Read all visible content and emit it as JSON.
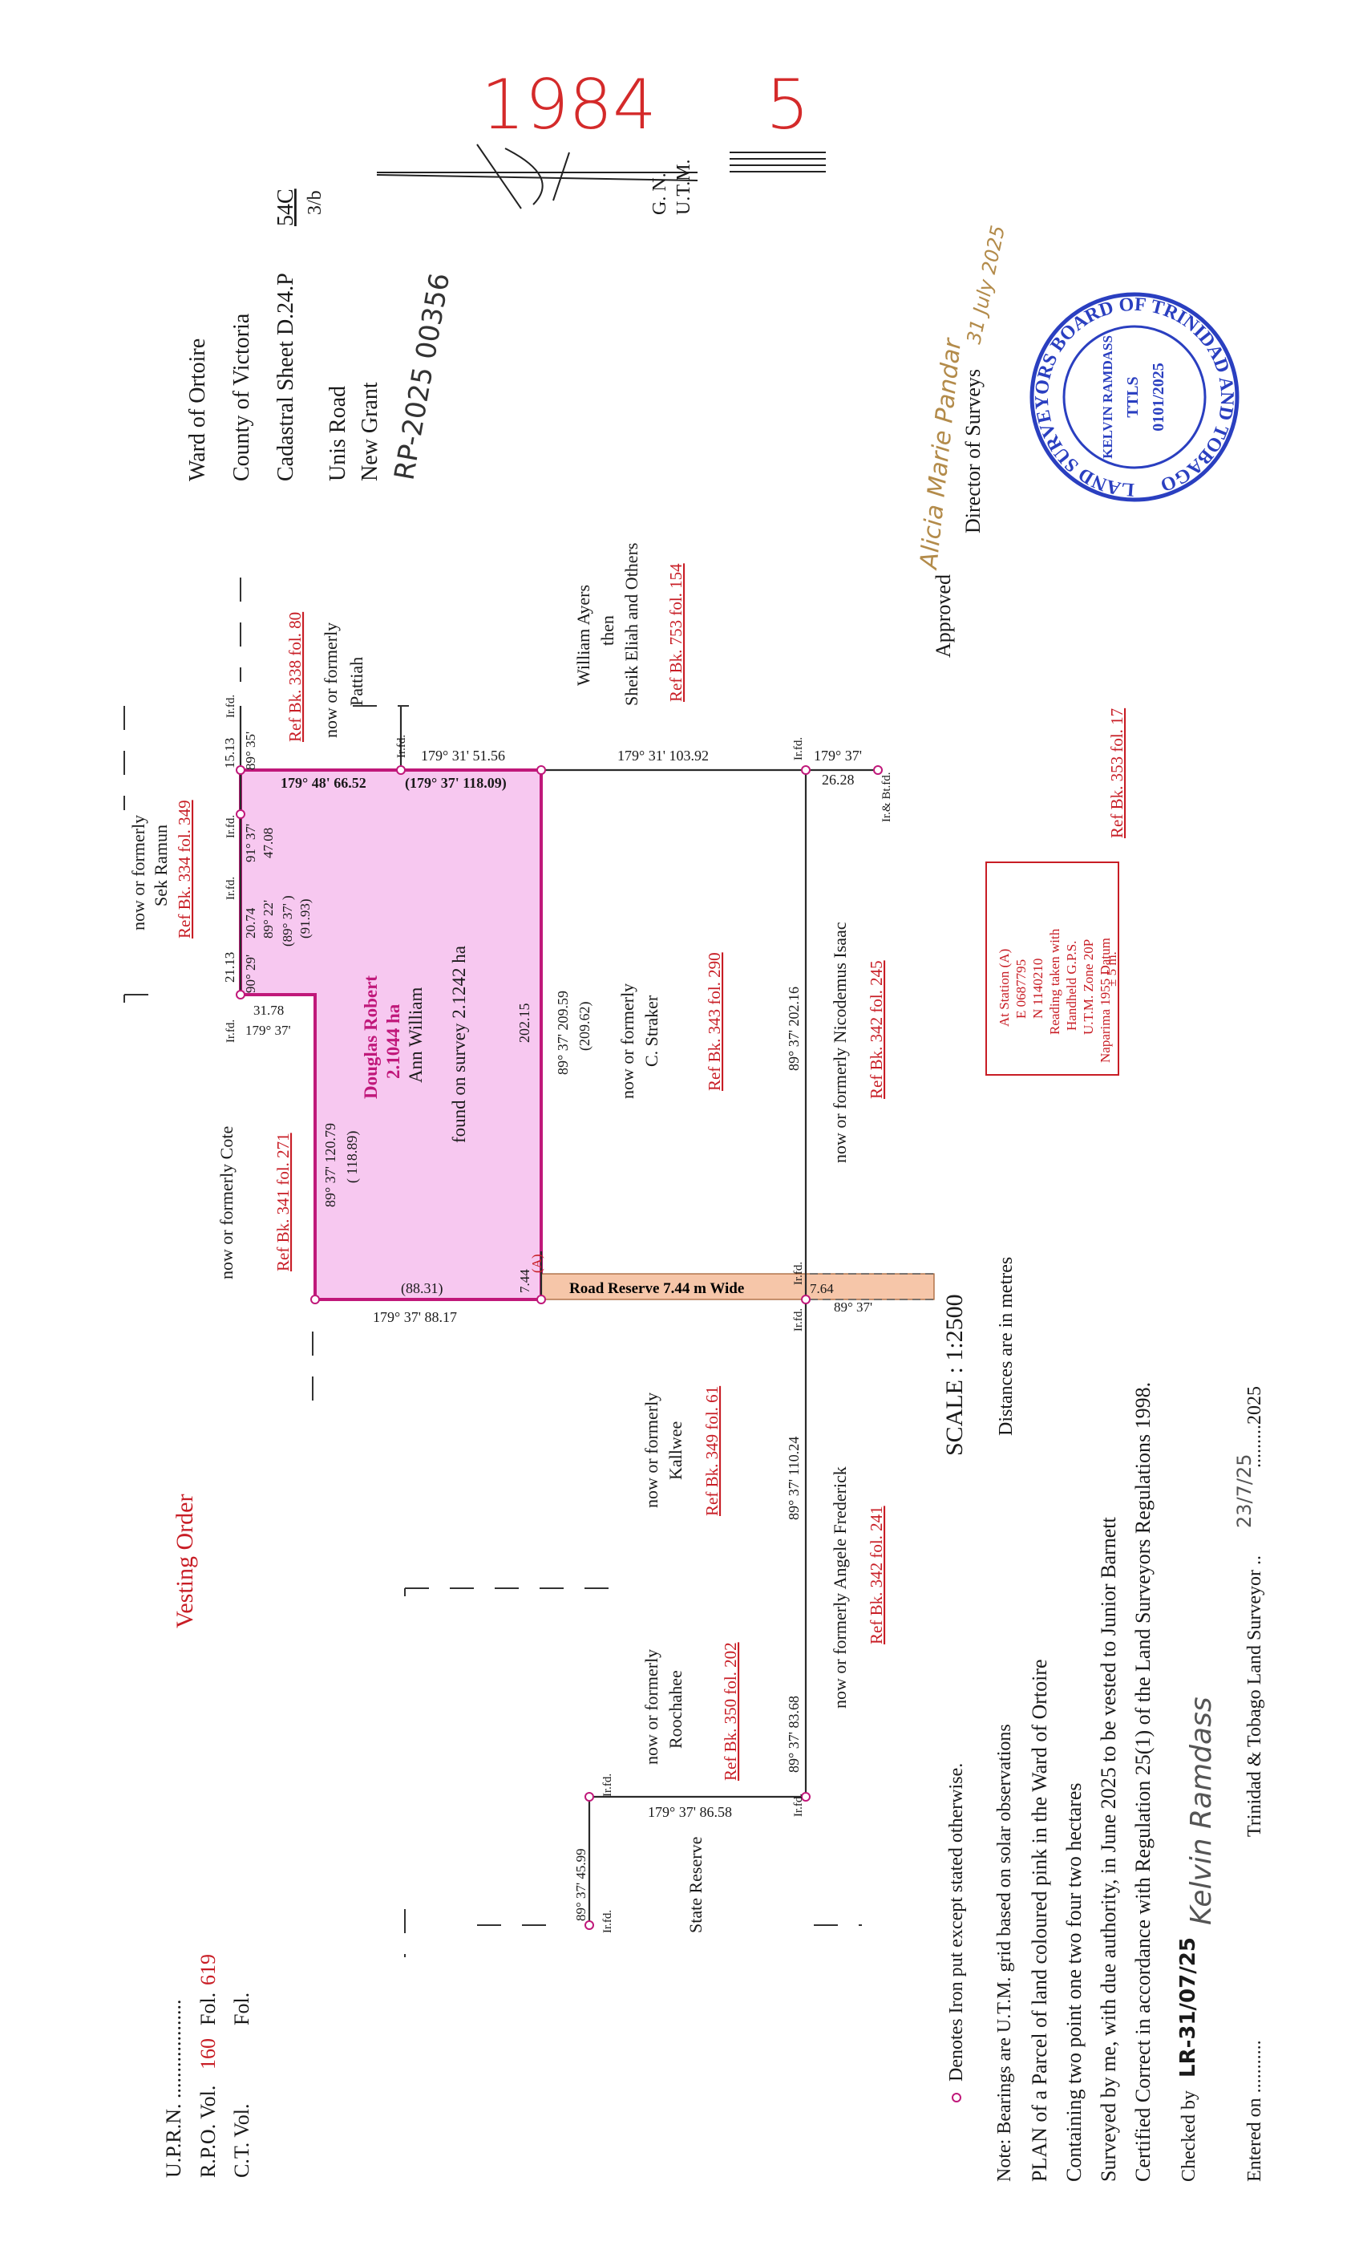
{
  "header": {
    "plan_no": "1984",
    "plan_suffix": "5",
    "north_gn": "G. N.",
    "north_utm": "U.T.M.",
    "ward": "Ward of Ortoire",
    "county": "County of Victoria",
    "cadastral": "Cadastral Sheet D.24.P",
    "cadastral_num": "54C",
    "cadastral_den": "3/b",
    "road": "Unis Road",
    "grant": "New Grant",
    "rp_number": "RP-2025 00356"
  },
  "approval": {
    "label": "Approved",
    "signature": "Alicia Marie Pandar",
    "date_hand": "31 July 2025",
    "title": "Director of Surveys"
  },
  "stamp": {
    "ring": "LAND SURVEYORS BOARD OF TRINIDAD AND TOBAGO",
    "name": "KELVIN RAMDASS",
    "ttls": "TTLS",
    "number": "0101/2025"
  },
  "station_box": {
    "lines": [
      "At Station (A)",
      "E 0687795",
      "N 1140210",
      "Reading taken with",
      "Handheld G.P.S.",
      "U.T.M. Zone 20P",
      "Naparima 1955 Datum",
      "± 5 m."
    ]
  },
  "parcel": {
    "owner": "Douglas Robert",
    "area": "2.1044 ha",
    "prior_owner": "Ann William",
    "found_area": "found on survey 2.1242 ha",
    "fill_color": "#f7c8f0",
    "edge_color": "#c0187a"
  },
  "title_block": {
    "vesting": "Vesting Order",
    "uprn": "U.P.R.N. ...................",
    "rpo_prefix": "R.P.O. Vol.",
    "rpo_vol": "160",
    "rpo_fol_label": "Fol.",
    "rpo_fol": "619",
    "ct_vol": "C.T. Vol.",
    "ct_fol": "Fol.",
    "scale": "SCALE : 1:2500",
    "distances": "Distances are in metres",
    "legend": "Denotes Iron put except stated otherwise.",
    "note": "Note: Bearings are U.T.M. grid based on solar observations",
    "plan_text": "PLAN of a Parcel of land coloured pink in the Ward of Ortoire",
    "containing": "Containing two point one two four two hectares",
    "surveyed": "Surveyed by me, with due authority, in June 2025 to be vested to Junior Barnett",
    "certified": "Certified Correct in accordance with Regulation 25(1) of the Land Surveyors Regulations 1998.",
    "checked": "Checked by",
    "checked_date": "LR-31/07/25",
    "surveyor_sig": "Kelvin Ramdass",
    "surveyor": "Trinidad & Tobago  Land Surveyor ..",
    "surveyor_date": "23/7/25",
    "surveyor_year": ".........2025",
    "entered": "Entered on ..........."
  },
  "neighbours": {
    "sek_ramun": [
      "now or formerly",
      "Sek Ramun"
    ],
    "sek_ramun_ref": "Ref Bk. 334 fol. 349",
    "pattiah": [
      "now or formerly",
      "Pattiah"
    ],
    "pattiah_ref": "Ref Bk. 338 fol. 80",
    "ayers": [
      "William Ayers",
      "then",
      "Sheik Eliah and Others"
    ],
    "ayers_ref": "Ref Bk. 753 fol. 154",
    "cote": "now or formerly Cote",
    "cote_ref": "Ref Bk. 341 fol. 271",
    "straker": [
      "now or formerly",
      "C. Straker"
    ],
    "straker_ref": "Ref Bk. 343 fol. 290",
    "isaac": "now or formerly Nicodemus Isaac",
    "isaac_ref": "Ref Bk. 342 fol. 245",
    "bk353_ref": "Ref Bk. 353 fol. 17",
    "kallwee": [
      "now or formerly",
      "Kallwee"
    ],
    "kallwee_ref": "Ref Bk. 349 fol. 61",
    "frederick": "now or formerly Angele Frederick",
    "frederick_ref": "Ref Bk. 342 fol. 241",
    "roochahee": [
      "now or formerly",
      "Roochahee"
    ],
    "roochahee_ref": "Ref Bk. 350 fol. 202",
    "state_reserve": "State Reserve",
    "road_reserve": "Road  Reserve 7.44 m Wide"
  },
  "bearings": {
    "top_left": "179° 48'  66.52",
    "top_right": "(179° 37'  118.09)",
    "top_a": "179° 31'  51.56",
    "top_b": "179° 31'  103.92",
    "top_c": "179° 37'",
    "top_c2": "26.28",
    "c89_35": "89° 35'",
    "s15_13": "15.13",
    "s21_13": "21.13",
    "a90_29": "90° 29'",
    "s20_74": "20.74",
    "a89_22": "89° 22'",
    "a89_37p": "(89° 37' )",
    "s91_93": "(91.93)",
    "a91_37": "91° 37'",
    "s47_08": "47.08",
    "s31_78": "31.78",
    "a179_37": "179° 37'",
    "west_bearing": "89° 37'  120.79",
    "west_paren": "( 118.89)",
    "inner": "202.15",
    "mid_bearing": "89° 37'  209.59",
    "mid_paren": "(209.62)",
    "east_bearing": "89° 37'  202.16",
    "bottom_bearing": "179° 37'  88.17",
    "bottom_paren": "(88.31)",
    "s7_44": "7.44",
    "s7_64": "7.64",
    "a89_37_road": "89° 37'",
    "lower_110": "89° 37'  110.24",
    "lower_83": "89° 37'  83.68",
    "lower_8658": "179° 37'  86.58",
    "lower_4599": "89° 37'  45.99",
    "station": "(A)",
    "irfd": "Ir.fd.",
    "irbtfd": "Ir.& Bt.fd."
  }
}
